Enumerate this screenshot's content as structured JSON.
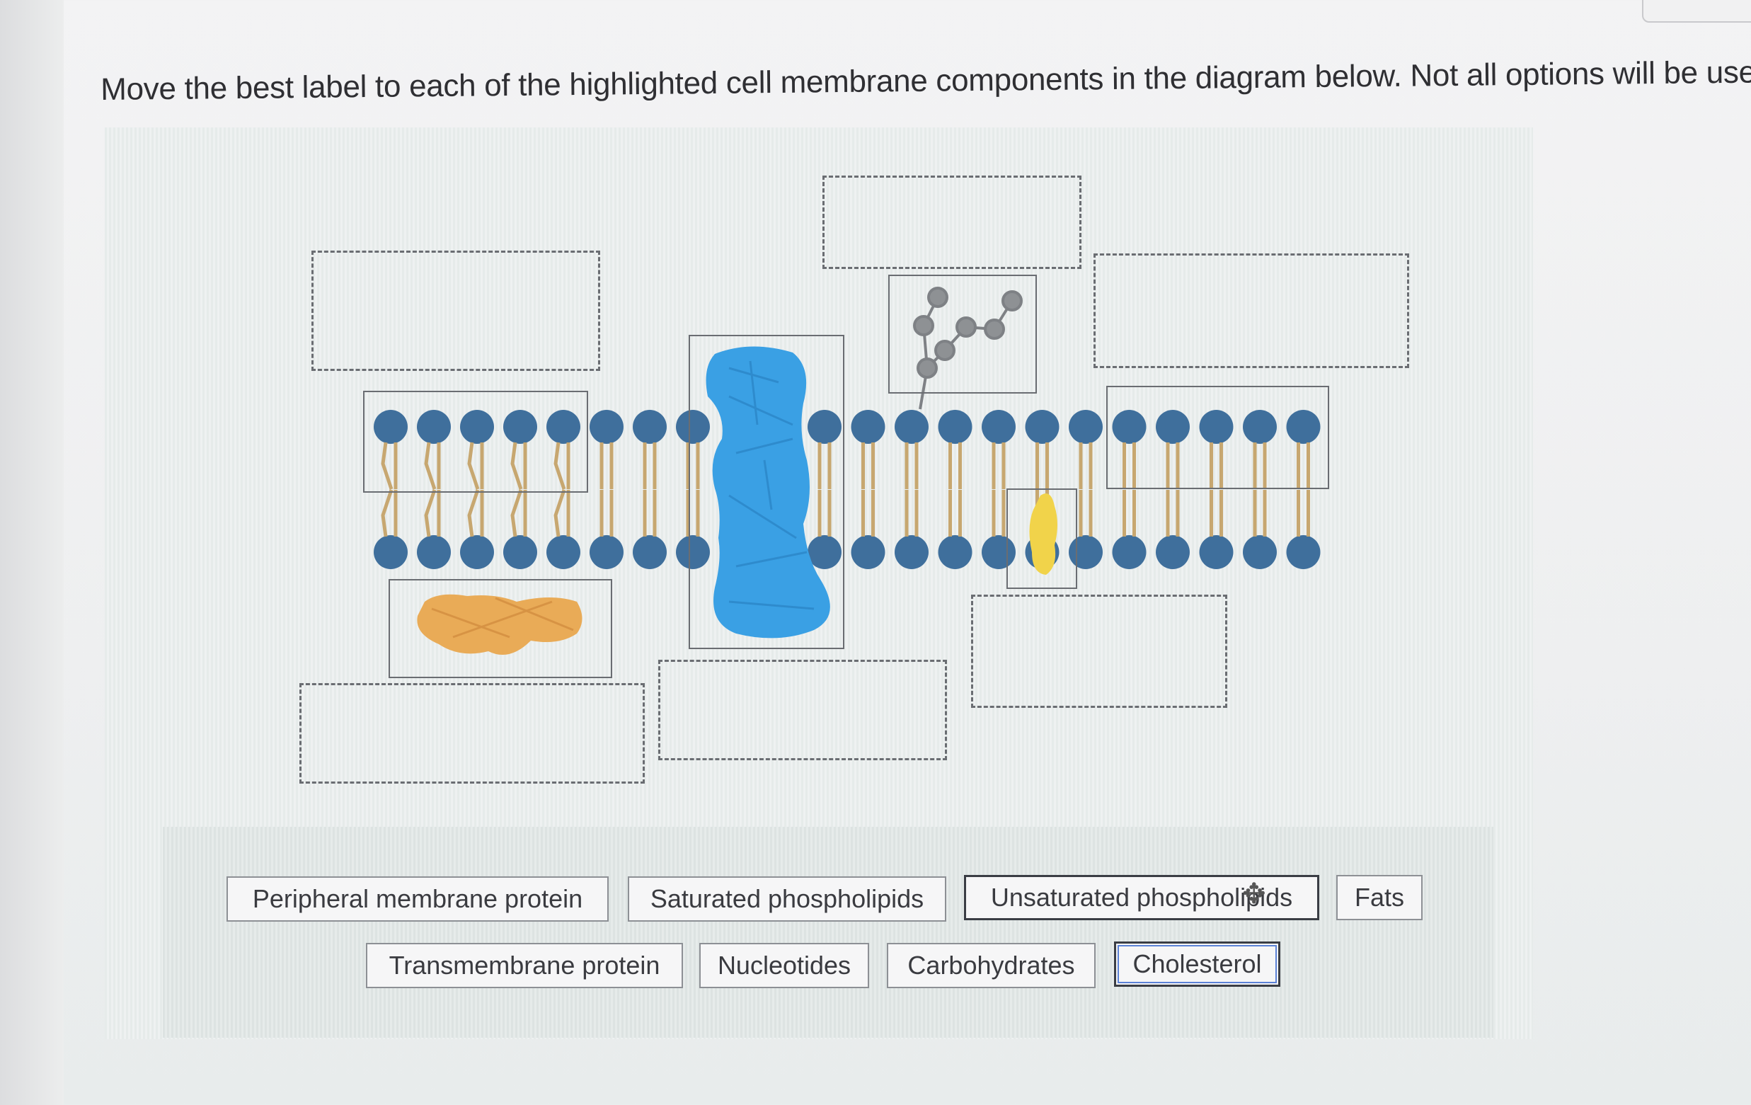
{
  "question": {
    "prompt": "Move the best label to each of the highlighted cell membrane components in the diagram below. Not all options will be used."
  },
  "label_options": [
    "Peripheral membrane protein",
    "Saturated phospholipids",
    "Unsaturated phospholipids",
    "Fats",
    "Transmembrane protein",
    "Nucleotides",
    "Carbohydrates",
    "Cholesterol"
  ],
  "colors": {
    "phospholipid_head": "#3f6f9c",
    "lipid_tail": "#c7a770",
    "transmembrane_protein": "#3aa0e4",
    "peripheral_protein": "#e9ab57",
    "cholesterol": "#f1d34a",
    "carbohydrate": "#8e9194"
  },
  "icons": {
    "move_cursor": "move-cursor-icon"
  }
}
